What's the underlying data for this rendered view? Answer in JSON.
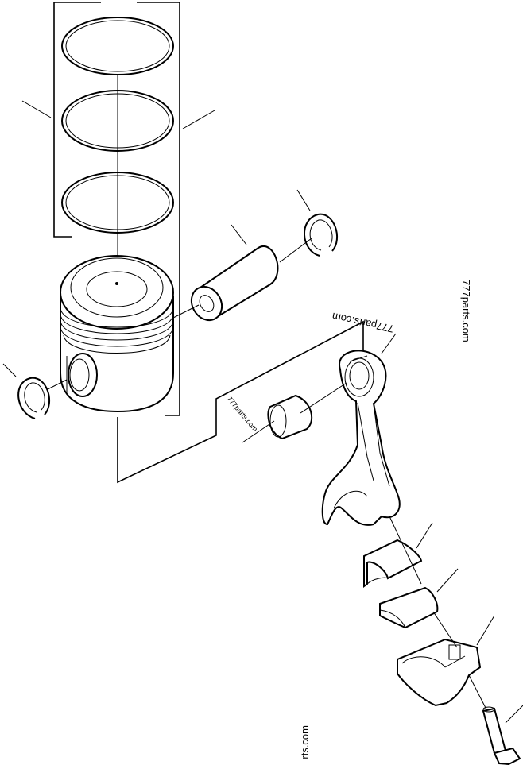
{
  "watermarks": {
    "right": "777parts.com",
    "upper": "777parts.com",
    "mid": "777parts.com",
    "bottom": "rts.com"
  }
}
